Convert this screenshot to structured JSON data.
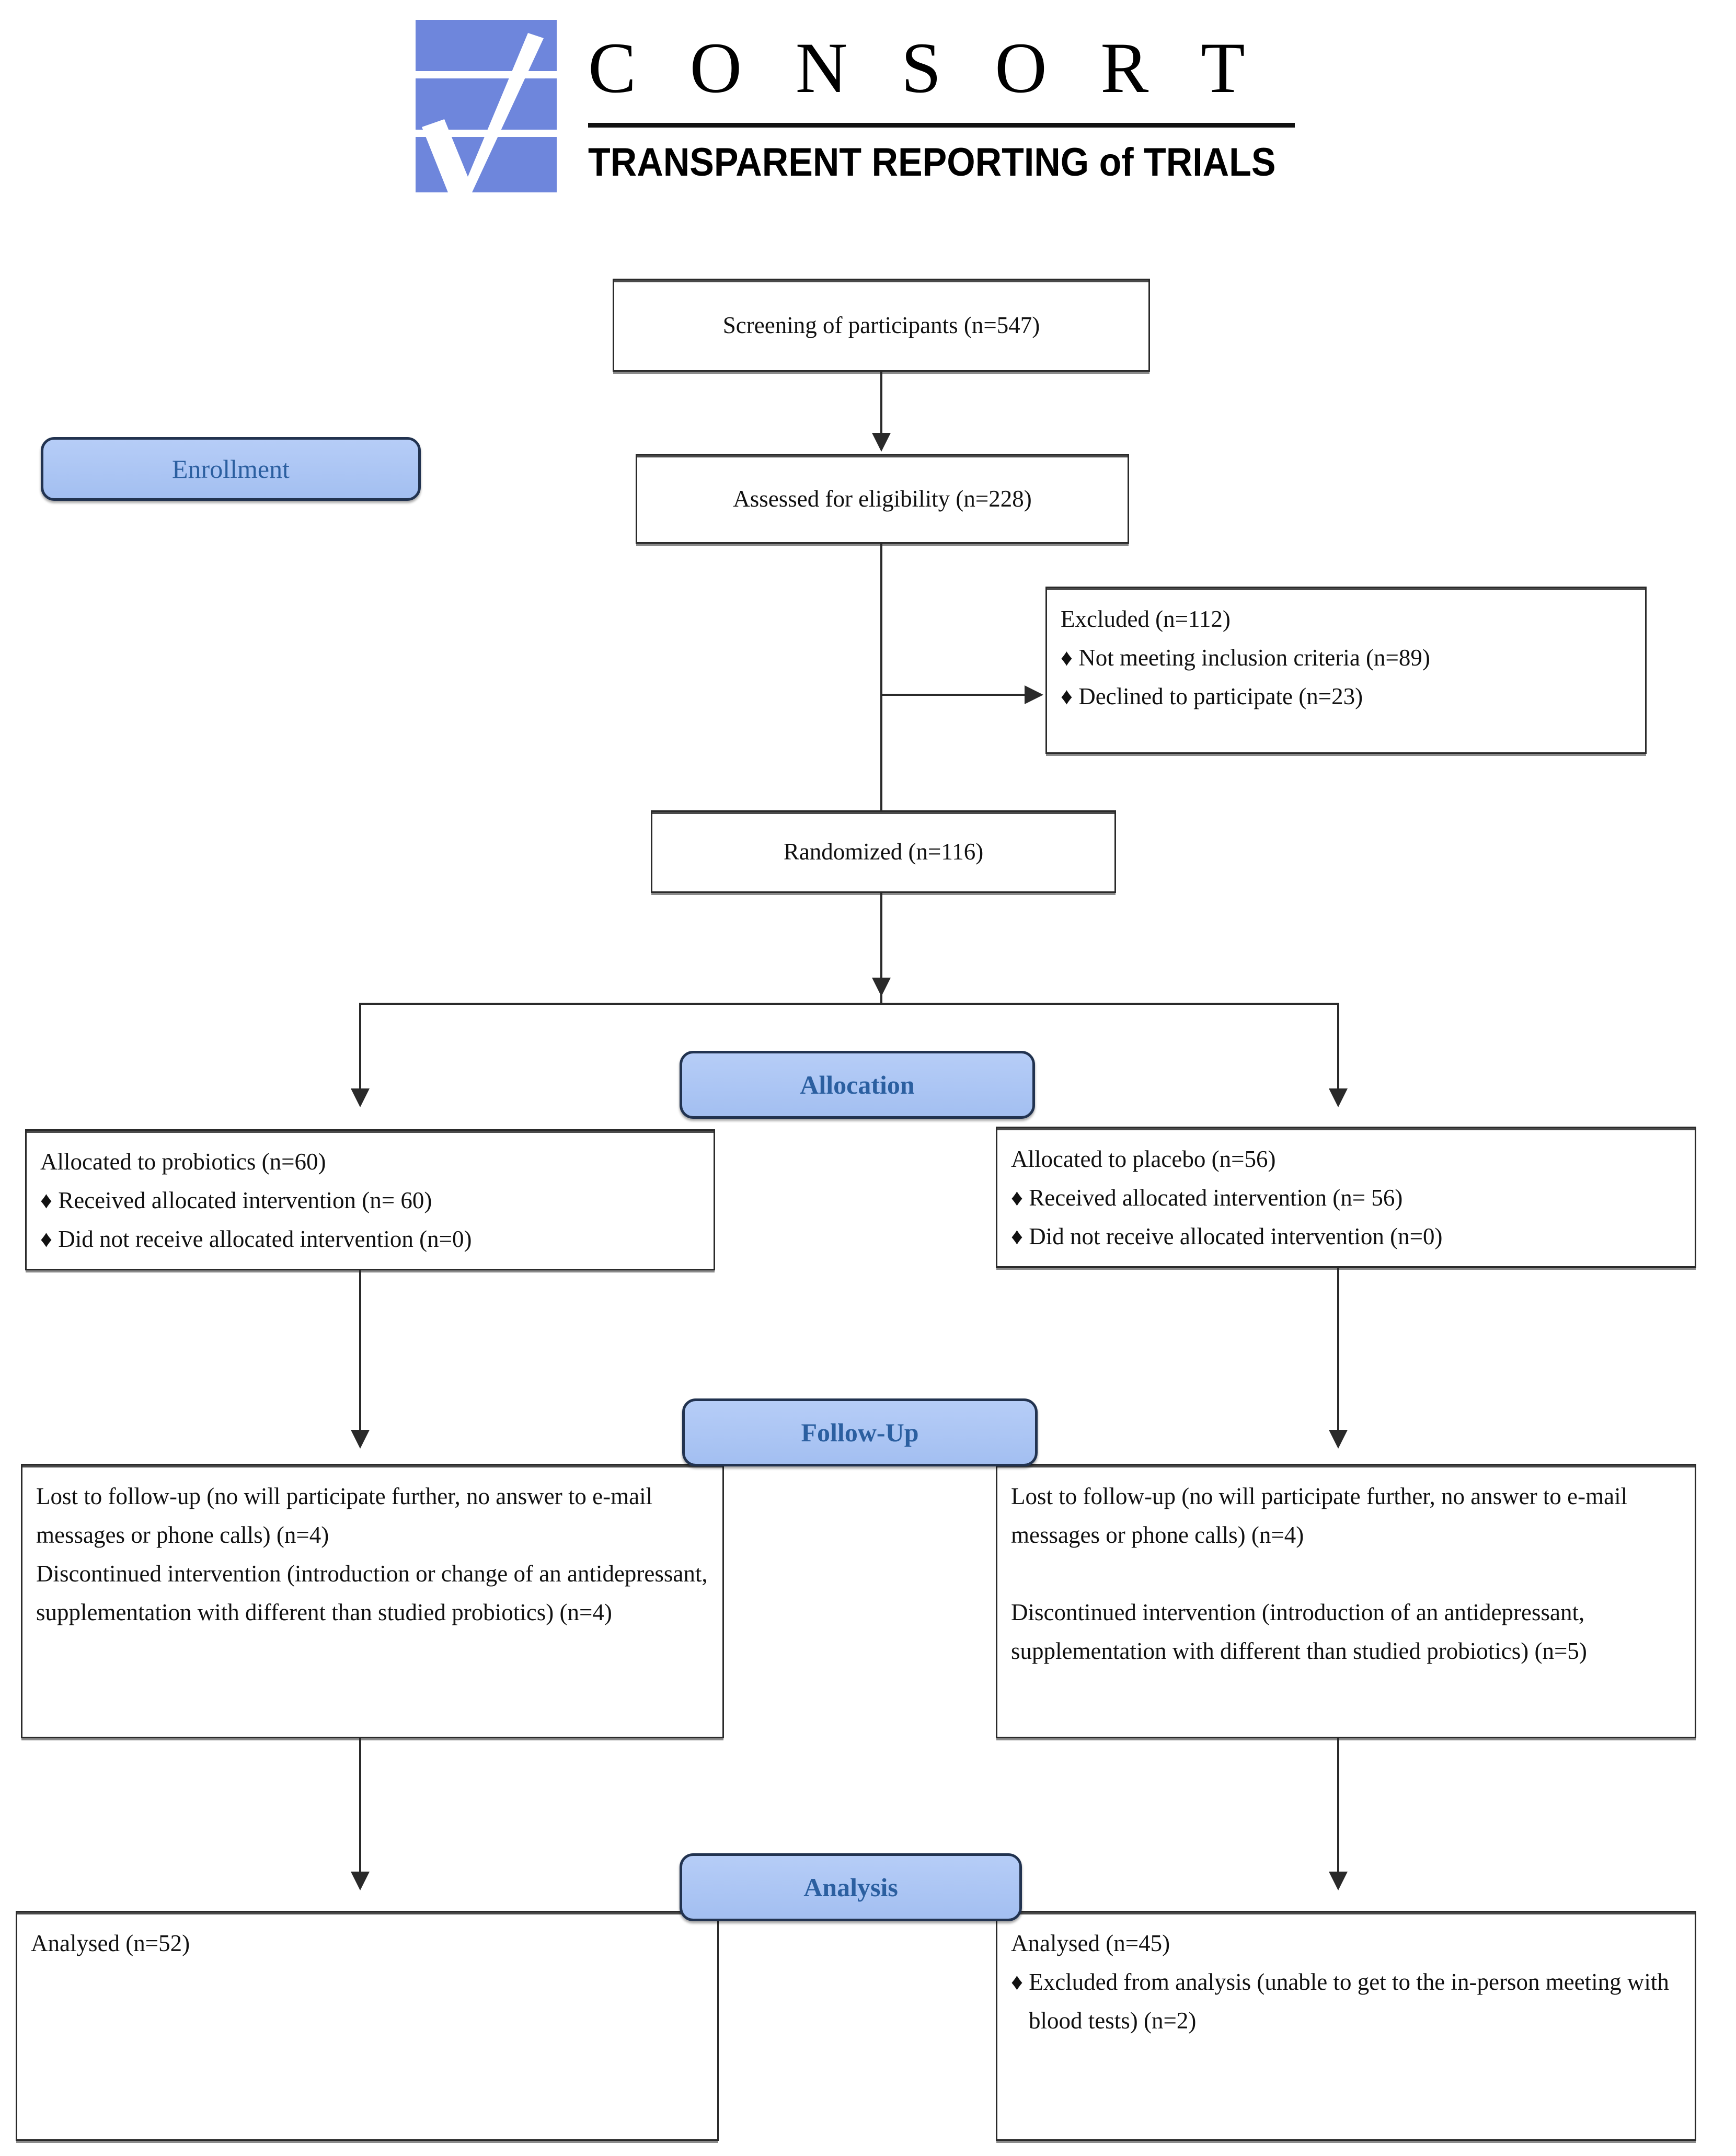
{
  "logo": {
    "wordmark": "C O N S O R T",
    "tagline": "TRANSPARENT REPORTING of TRIALS",
    "mark_icon": "consort-checkmark-logo",
    "blue": "#6E86DC"
  },
  "colors": {
    "badge_fill": "#A8C5F0",
    "badge_border": "#223350",
    "badge_text": "#2B5FA0",
    "box_border": "#2A2A2A"
  },
  "phases": [
    {
      "id": "enrollment",
      "label": "Enrollment"
    },
    {
      "id": "allocation",
      "label": "Allocation"
    },
    {
      "id": "followup",
      "label": "Follow-Up"
    },
    {
      "id": "analysis",
      "label": "Analysis"
    }
  ],
  "boxes": {
    "screening": {
      "text": "Screening of participants (n=547)"
    },
    "eligibility": {
      "text": "Assessed for eligibility (n=228)"
    },
    "excluded": {
      "title": "Excluded (n=112)",
      "bullets": [
        "♦ Not meeting inclusion criteria (n=89)",
        "♦ Declined to participate (n=23)"
      ]
    },
    "randomized": {
      "text": "Randomized (n=116)"
    },
    "alloc_left": {
      "title": "Allocated to probiotics (n=60)",
      "bullets": [
        "♦ Received allocated intervention (n= 60)",
        "♦ Did not receive allocated intervention (n=0)"
      ]
    },
    "alloc_right": {
      "title": "Allocated to placebo (n=56)",
      "bullets": [
        "♦ Received allocated intervention (n= 56)",
        "♦ Did not receive allocated intervention (n=0)"
      ]
    },
    "follow_left": {
      "para1": "Lost to follow-up (no will participate further, no answer to e-mail messages or phone calls) (n=4)",
      "para2": "Discontinued intervention (introduction or change of an antidepressant, supplementation with different than studied probiotics) (n=4)"
    },
    "follow_right": {
      "para1": "Lost to follow-up (no will participate further, no answer to e-mail messages or phone calls) (n=4)",
      "para2": "Discontinued intervention (introduction of an antidepressant, supplementation with different than studied probiotics) (n=5)"
    },
    "analysis_left": {
      "title": "Analysed (n=52)"
    },
    "analysis_right": {
      "title": "Analysed (n=45)",
      "bullets": [
        "♦ Excluded from analysis (unable to get to the in-person meeting with blood tests)  (n=2)"
      ]
    }
  },
  "flow_data": {
    "type": "consort-flow-diagram",
    "screened": 547,
    "assessed_for_eligibility": 228,
    "excluded_total": 112,
    "excluded_not_meeting_criteria": 89,
    "excluded_declined": 23,
    "randomized": 116,
    "allocated_probiotics": 60,
    "allocated_placebo": 56,
    "received_probiotics": 60,
    "received_placebo": 56,
    "not_received_probiotics": 0,
    "not_received_placebo": 0,
    "lost_followup_probiotics": 4,
    "lost_followup_placebo": 4,
    "discontinued_probiotics": 4,
    "discontinued_placebo": 5,
    "analysed_probiotics": 52,
    "analysed_placebo": 45,
    "excluded_from_analysis_placebo": 2
  }
}
